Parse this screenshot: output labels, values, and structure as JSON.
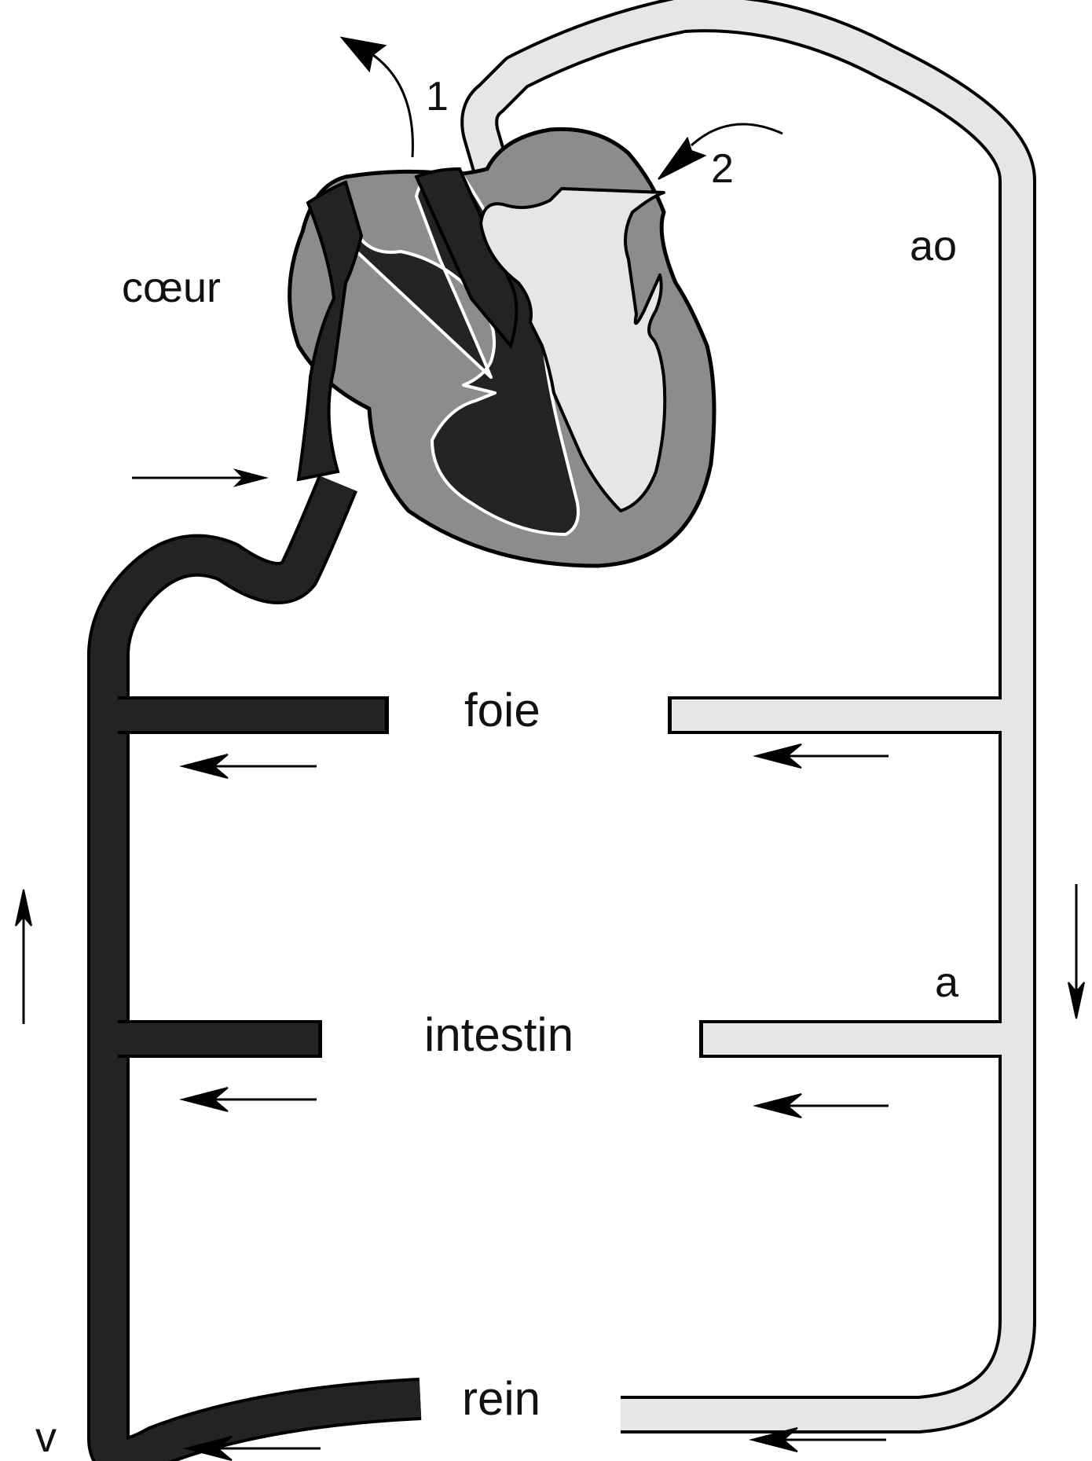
{
  "labels": {
    "heart": "cœur",
    "aorta": "ao",
    "artery": "a",
    "vein": "v",
    "liver": "foie",
    "intestine": "intestin",
    "kidney": "rein",
    "marker_1": "1",
    "marker_2": "2"
  },
  "colors": {
    "venous_blood": "#232323",
    "arterial_blood": "#e6e6e6",
    "heart_wall": "#8c8c8c",
    "outline": "#000000",
    "inner_outline": "#ffffff",
    "background": "#ffffff"
  },
  "flow": {
    "artery_side": "downward",
    "vein_side": "upward",
    "organ_arrows": "leftward",
    "into_heart": "rightward"
  }
}
